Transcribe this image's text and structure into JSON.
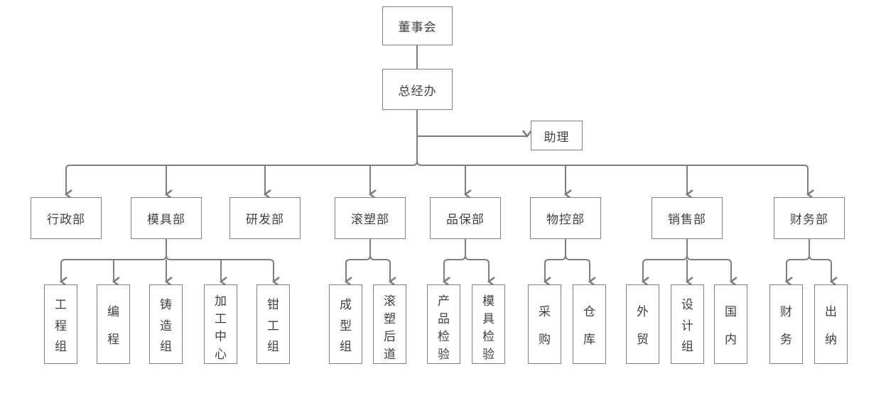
{
  "org": {
    "title": "company-org-chart",
    "level1": {
      "board": "董事会",
      "gm_office": "总经办",
      "assistant": "助理"
    },
    "departments": [
      {
        "label": "行政部",
        "children": []
      },
      {
        "label": "模具部",
        "children": [
          "工程组",
          "编程",
          "铸造组",
          "加工中心",
          "钳工组"
        ]
      },
      {
        "label": "研发部",
        "children": []
      },
      {
        "label": "滚塑部",
        "children": [
          "成型组",
          "滚塑后道"
        ]
      },
      {
        "label": "品保部",
        "children": [
          "产品检验",
          "模具检验"
        ]
      },
      {
        "label": "物控部",
        "children": [
          "采购",
          "仓库"
        ]
      },
      {
        "label": "销售部",
        "children": [
          "外贸",
          "设计组",
          "国内"
        ]
      },
      {
        "label": "财务部",
        "children": [
          "财务",
          "出纳"
        ]
      }
    ],
    "colors": {
      "line": "#7d7d7d",
      "box_border": "#808080",
      "text": "#3f3f3f",
      "background": "#ffffff"
    }
  }
}
